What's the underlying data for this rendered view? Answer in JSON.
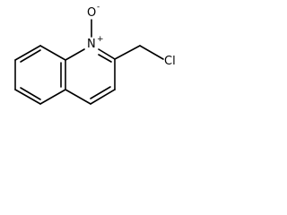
{
  "molecule": {
    "atoms": {
      "nitrogen": {
        "symbol": "N",
        "charge": "+"
      },
      "oxygen": {
        "symbol": "O",
        "charge": "-"
      },
      "chlorine": {
        "symbol": "Cl"
      }
    }
  },
  "colors": {
    "bond": "#000000",
    "background": "#ffffff"
  }
}
